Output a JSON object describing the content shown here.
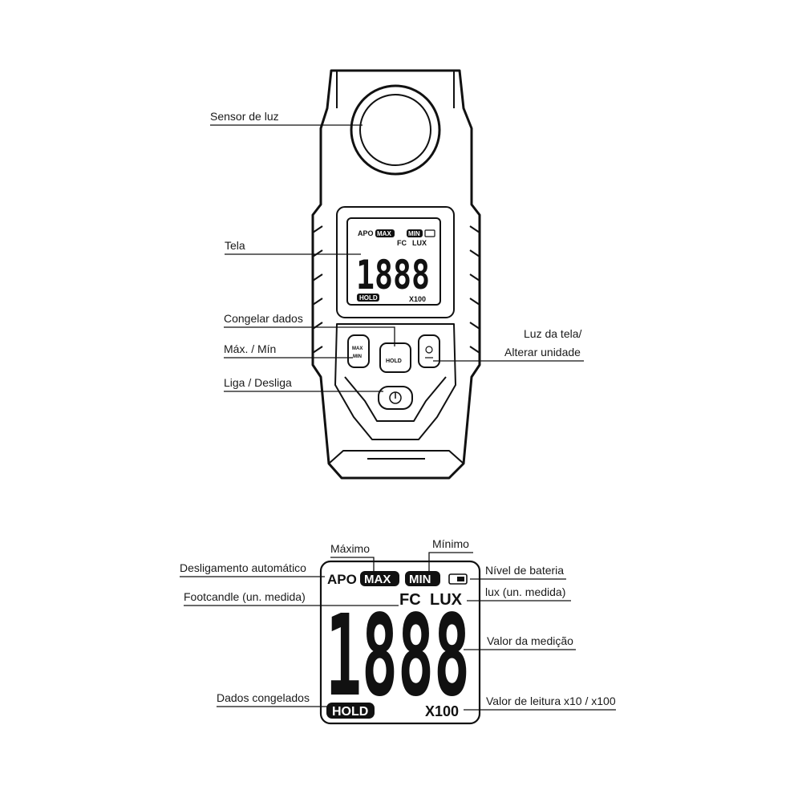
{
  "device_labels": {
    "sensor": "Sensor de luz",
    "screen": "Tela",
    "hold": "Congelar dados",
    "maxmin": "Máx. / Mín",
    "power": "Liga / Desliga",
    "backlight_line1": "Luz da tela/",
    "backlight_line2": "Alterar unidade"
  },
  "display": {
    "apo": "APO",
    "max": "MAX",
    "min": "MIN",
    "fc": "FC",
    "lux": "LUX",
    "reading": "1888",
    "hold": "HOLD",
    "multiplier": "X100"
  },
  "button_text": {
    "maxmin_top": "MAX",
    "maxmin_bottom": "MIN",
    "hold": "HOLD"
  },
  "display_labels": {
    "maximo": "Máximo",
    "minimo": "Mínimo",
    "apo": "Desligamento automático",
    "battery": "Nível de bateria",
    "footcandle": "Footcandle (un. medida)",
    "lux": "lux (un. medida)",
    "value": "Valor da medição",
    "hold": "Dados congelados",
    "multiplier": "Valor de leitura x10 / x100"
  }
}
